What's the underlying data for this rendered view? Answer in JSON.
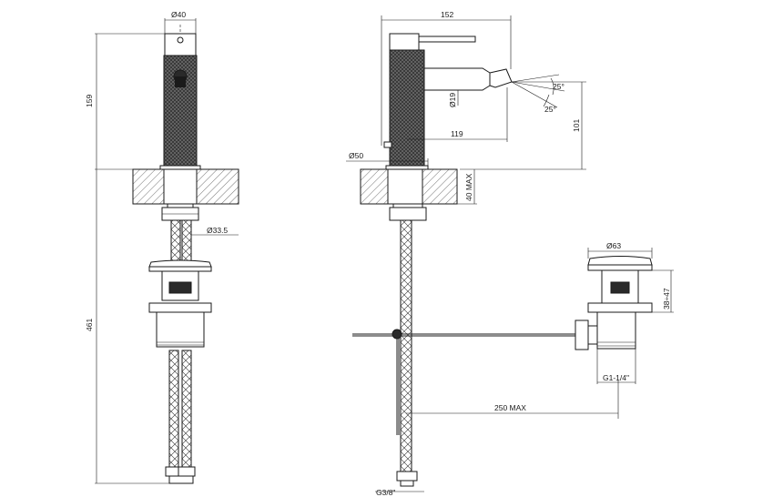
{
  "drawing": {
    "front_view": {
      "dim_top_diameter": "Ø40",
      "dim_height_upper": "159",
      "dim_height_total": "461",
      "dim_connector_diameter": "Ø33.5"
    },
    "side_view": {
      "dim_width": "152",
      "dim_spout_diameter": "Ø19",
      "dim_spout_reach": "119",
      "dim_angle_top": "25°",
      "dim_angle_bottom": "25°",
      "dim_spout_height": "101",
      "dim_base_diameter": "Ø50",
      "dim_deck_thickness": "40 MAX",
      "dim_rod_length": "250 MAX",
      "dim_hose_thread": "G3/8\""
    },
    "waste_view": {
      "dim_cap_diameter": "Ø63",
      "dim_waste_height": "38÷47",
      "dim_waste_thread": "G1-1/4\""
    }
  }
}
